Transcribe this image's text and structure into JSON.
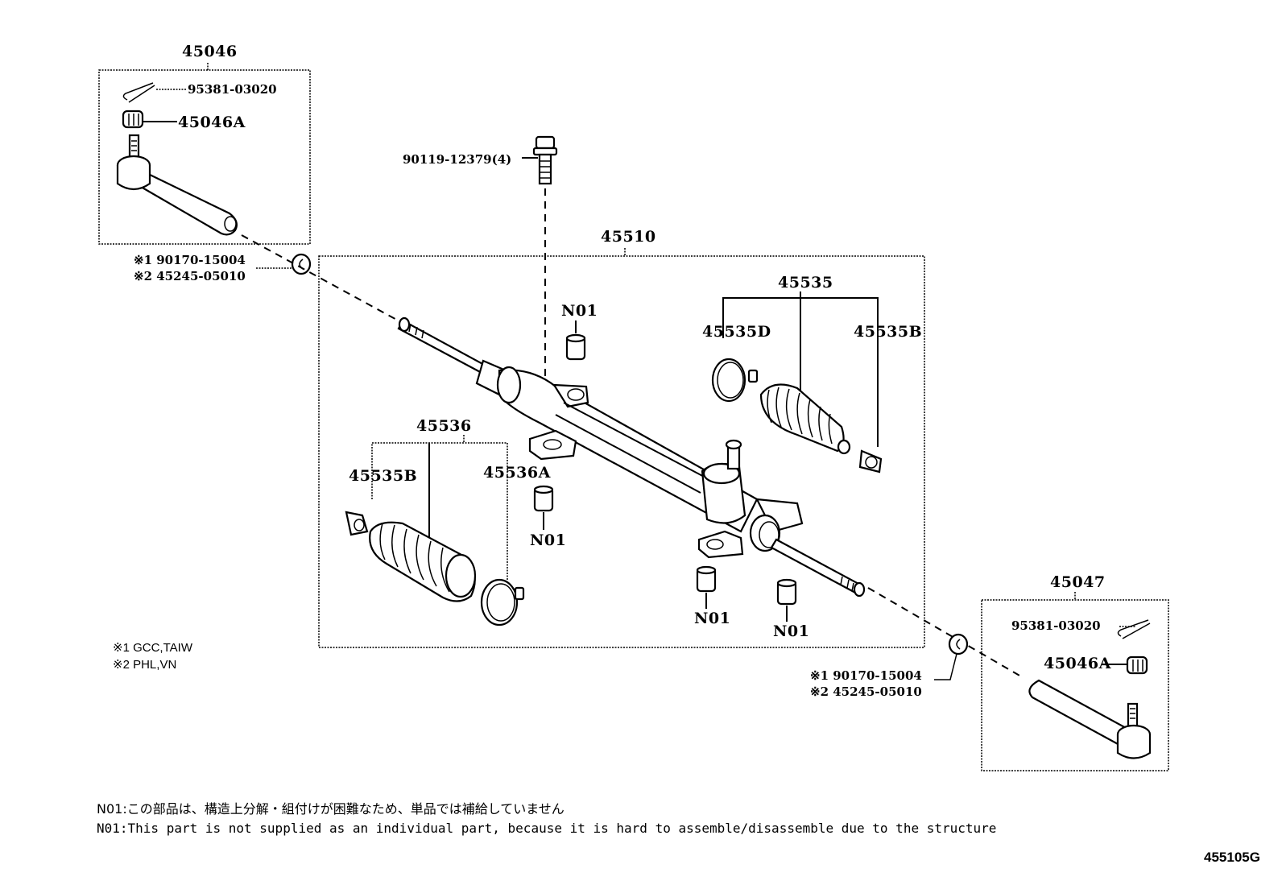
{
  "diagram": {
    "title_code": "455105G",
    "assemblies": {
      "tie_rod_end_lh": {
        "part_no": "45046",
        "components": [
          {
            "part_no": "95381-03020",
            "kind": "cotter-pin"
          },
          {
            "part_no": "45046A",
            "kind": "castle-nut"
          }
        ]
      },
      "tie_rod_end_rh": {
        "part_no": "45047",
        "components": [
          {
            "part_no": "95381-03020",
            "kind": "cotter-pin"
          },
          {
            "part_no": "45046A",
            "kind": "castle-nut"
          }
        ]
      },
      "rack_assembly": {
        "part_no": "45510",
        "boot_set_rh": {
          "part_no": "45535",
          "components": [
            {
              "part_no": "45535D",
              "kind": "clamp"
            },
            {
              "part_no": "45535B",
              "kind": "clip"
            }
          ]
        },
        "boot_set_lh": {
          "part_no": "45536",
          "components": [
            {
              "part_no": "45535B",
              "kind": "clip"
            },
            {
              "part_no": "45536A",
              "kind": "clamp"
            }
          ]
        },
        "bushings": [
          "N01",
          "N01",
          "N01",
          "N01"
        ]
      }
    },
    "bolt": {
      "part_no": "90119-12379",
      "qty": "(4)"
    },
    "lock_nut_lh": {
      "line1": "※1 90170-15004",
      "line2": "※2 45245-05010"
    },
    "lock_nut_rh": {
      "line1": "※1 90170-15004",
      "line2": "※2 45245-05010"
    },
    "region_notes": [
      {
        "mark": "※1",
        "text": "GCC,TAIW"
      },
      {
        "mark": "※2",
        "text": "PHL,VN"
      }
    ],
    "footnotes": {
      "jp": "N01:この部品は、構造上分解・組付けが困難なため、単品では補給していません",
      "en": "N01:This part is not supplied as an individual part, because it is hard to assemble/disassemble due to the structure"
    }
  }
}
